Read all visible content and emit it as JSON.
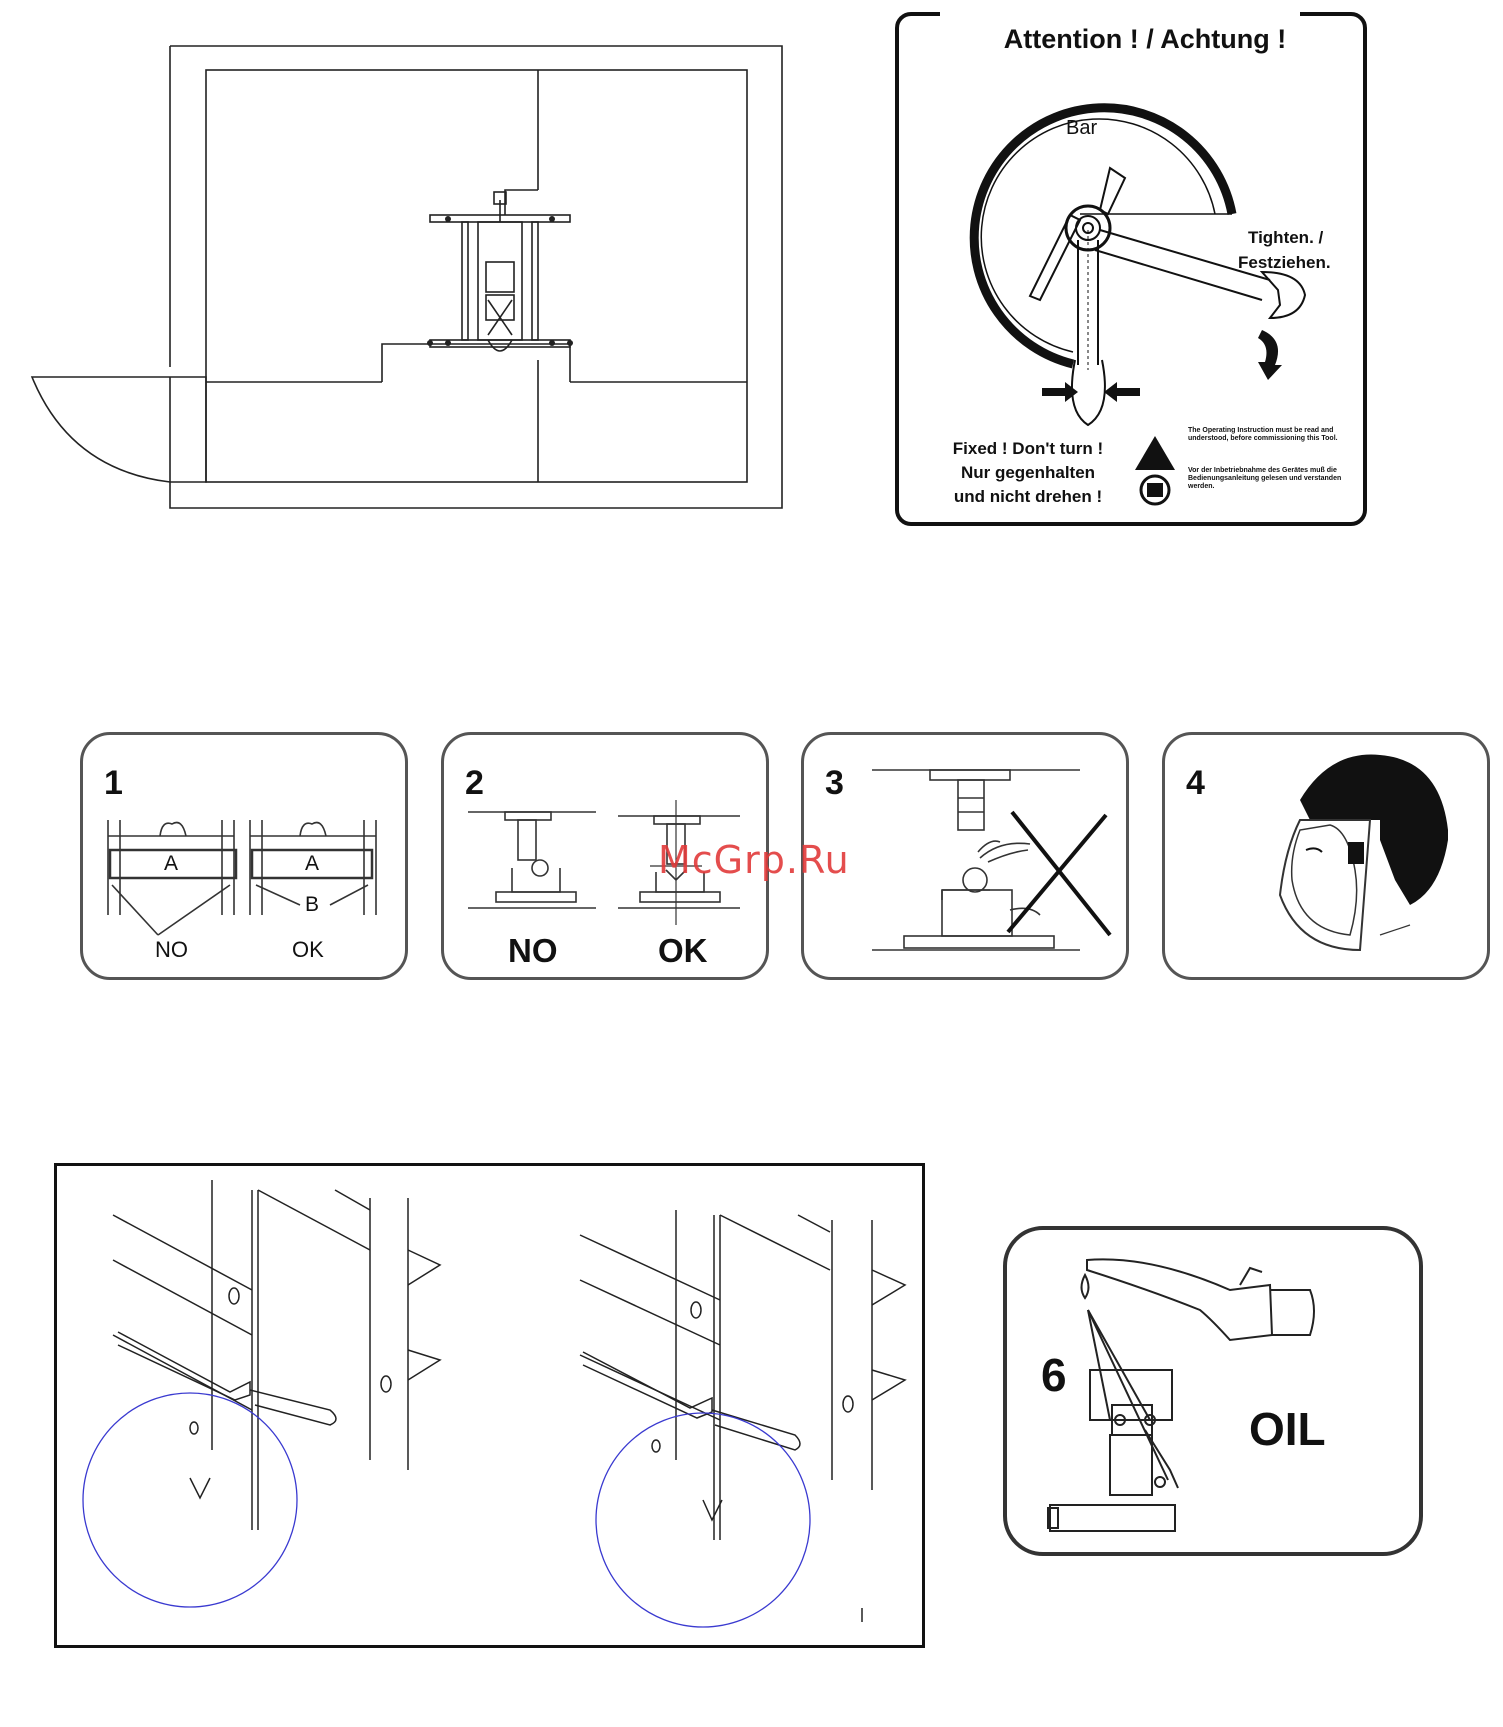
{
  "attention_label": {
    "title": "Attention ! / Achtung !",
    "bar_label": "Bar",
    "tighten_en": "Tighten. /",
    "tighten_de": "Festziehen.",
    "fixed_line1": "Fixed ! Don't turn !",
    "fixed_line2": "Nur gegenhalten",
    "fixed_line3": "und nicht drehen !",
    "note_en": "The Operating Instruction must be read and understood, before commissioning this Tool.",
    "note_de": "Vor der Inbetriebnahme des Gerätes muß die Bedienungsanleitung gelesen und verstanden werden."
  },
  "panels": [
    {
      "number": "1",
      "label_a1": "A",
      "label_a2": "A",
      "label_b": "B",
      "label_no": "NO",
      "label_ok": "OK"
    },
    {
      "number": "2",
      "label_no": "NO",
      "label_ok": "OK"
    },
    {
      "number": "3"
    },
    {
      "number": "4"
    }
  ],
  "oil_panel": {
    "number": "6",
    "label": "OIL"
  },
  "watermark": "McGrp.Ru"
}
